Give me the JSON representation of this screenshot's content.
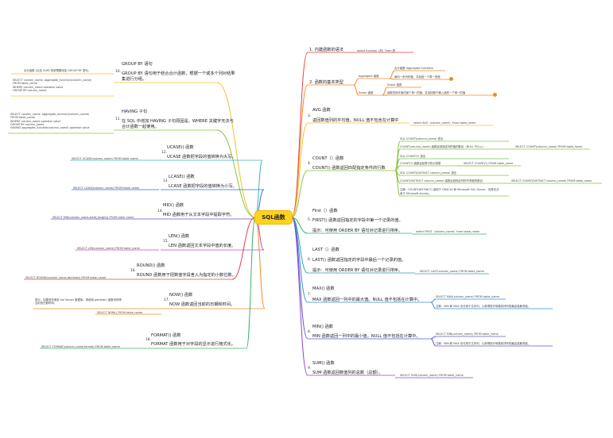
{
  "root": "SQL函数",
  "left": {
    "b10": {
      "num": "10.",
      "title": "GROUP BY 语句",
      "desc1": "GROUP BY 语句用于结合合计函数，根据一个或多个列对结果",
      "desc2": "集进行分组。",
      "note": "合计函数 (比如 SUM) 常常需要添加 GROUP BY 语句。",
      "code": "SELECT column_name, aggregate_function(column_name)\nFROM table_name\nWHERE column_name operator value\nGROUP BY column_name"
    },
    "b11": {
      "num": "11.",
      "title": "HAVING 子句",
      "desc1": "在 SQL 中增加 HAVING 子句原因是，WHERE 关键字无法与",
      "desc2": "合计函数一起使用。",
      "code": "SELECT column_name, aggregate_function(column_name)\nFROM table_name\nWHERE column_name operator value\nGROUP BY column_name\nHAVING aggregate_function(column_name) operator value"
    },
    "b12": {
      "num": "12.",
      "title": "UCASE() 函数",
      "desc": "UCASE 函数把字段的值转换为大写。",
      "code": "SELECT UCASE(column_name) FROM table_name"
    },
    "b13": {
      "num": "13.",
      "title": "LCASE() 函数",
      "desc": "LCASE 函数把字段的值转换为小写。",
      "code": "SELECT LCASE(column_name) FROM table_name"
    },
    "b14": {
      "num": "14.",
      "title": "MID() 函数",
      "desc": "MID 函数用于从文本字段中提取字符。",
      "code": "SELECT MID(column_name,start[,length]) FROM table_name"
    },
    "b15": {
      "num": "15.",
      "title": "LEN() 函数",
      "desc": "LEN 函数返回文本字段中值的长度。",
      "code": "SELECT LEN(column_name) FROM table_name"
    },
    "b16": {
      "num": "16.",
      "title": "ROUND() 函数",
      "desc": "ROUND 函数用于把数值字段舍入为指定的小数位数。",
      "code": "SELECT ROUND(column_name,decimals) FROM table_name"
    },
    "b17": {
      "num": "17.",
      "title": "NOW() 函数",
      "desc": "NOW 函数返回当前的日期和时间。",
      "note": "提示：如果您在使用 Sql Server 数据库，请使用 getdate() 函数来获得当前的日期时间。",
      "code": "SELECT NOW() FROM table_name"
    },
    "b18": {
      "num": "18.",
      "title": "FORMAT() 函数",
      "desc": "FORMAT 函数用于对字段的显示进行格式化。",
      "code": "SELECT FORMAT(column_name,format) FROM table_name"
    }
  },
  "right": {
    "b1": {
      "label": "1. 内建函数的语法",
      "code": "select  function（列）From 表"
    },
    "b2": {
      "label": "2. 函数的基本类型",
      "agg": "Aggregate 函数",
      "agg1": "合计函数 Aggregate functions",
      "agg2": "面向一系列的值，并返回一个单一的值",
      "scalar": "Scalar 函数",
      "sc1": "Scalar 函数",
      "sc2": "函数的操作面向某个单一的值，并返回基于输入值的一个单一的值"
    },
    "b3": {
      "num": "3.",
      "title": "AVG 函数",
      "desc": "返回数值列的平均值。NULL 值不包含在计算中",
      "code": "select   AVG（column_name）From table_name"
    },
    "b4": {
      "num": "4.",
      "title": "COUNT（）函数",
      "desc": "COUNT() 函数返回匹配指定条件的行数",
      "r1": "SQL COUNT(column_name) 语法",
      "r1a": "COUNT(column_name) 函数返回指定列的值的数目（NULL 不计入）",
      "r1b": "SELECT COUNT(column_name) FROM table_name",
      "r2": "SQL COUNT(*) 语法",
      "r2a": "COUNT(*) 函数返回表中的记录数",
      "r2b": "SELECT COUNT(*) FROM table_name",
      "r3": "SQL COUNT(DISTINCT column_name) 语法",
      "r3a": "COUNT(DISTINCT column_name) 函数返回指定列的不同值的数目",
      "r3b": "SELECT COUNT(DISTINCT column_name) FROM table_name",
      "r4a": "注释：COUNT(DISTINCT) 适用于 ORACLE 和 Microsoft SQL Server，但是无法",
      "r4b": "用于 Microsoft Access。"
    },
    "b5": {
      "num": "5.",
      "title": "First（）函数",
      "desc1": "FIRST() 函数返回指定的字段中第一个记录的值。",
      "desc2": "提示：可使用 ORDER BY 语句对记录进行排序。",
      "code": "select  FIRST（column_name）from table_name"
    },
    "b6": {
      "num": "6.",
      "title": "LAST（）函数",
      "desc1": "LAST() 函数返回指定的字段中最后一个记录的值。",
      "desc2": "提示：可使用 ORDER BY 语句对记录进行排序。",
      "code": "SELECT LAST(column_name) FROM table_name"
    },
    "b7": {
      "num": "7.",
      "title": "MAX() 函数",
      "desc": "MAX 函数返回一列中的最大值。NULL 值不包括在计算中。",
      "code": "SELECT MAX(column_name) FROM table_name",
      "note": "注释：MIN 和 MAX 也可用于文本列，以获得按字母顺序排列的最高或最低值。"
    },
    "b8": {
      "num": "8.",
      "title": "MIN() 函数",
      "desc": "MIN 函数返回一列中的最小值。NULL 值不包括在计算中。",
      "code": "SELECT MIN(column_name) FROM table_name",
      "note": "注释：MIN 和 MAX 也可用于文本列，以获得按字母顺序排列的最高或最低值。"
    },
    "b9": {
      "num": "9.",
      "title": "SUM() 函数",
      "desc": "SUM 函数返回数值列的总数（总额）。",
      "code": "SELECT SUM(column_name) FROM table_name"
    }
  },
  "colors": {
    "root": "#ffd21e",
    "b1": "#e8423f",
    "b2": "#f08a24",
    "b3": "#f6c02b",
    "b4": "#88c540",
    "b5": "#3bb273",
    "b6": "#2aa9a2",
    "b7": "#2f8fd8",
    "b8": "#5a5ad6",
    "b9": "#8e44c9",
    "b10": "#f6c02b",
    "b11": "#88c540",
    "b12": "#3bb2c9",
    "b13": "#2f6fd8",
    "b14": "#6e4bd6",
    "b15": "#c04bb5",
    "b16": "#e8423f",
    "b17": "#f08a24",
    "b18": "#3bb273"
  }
}
